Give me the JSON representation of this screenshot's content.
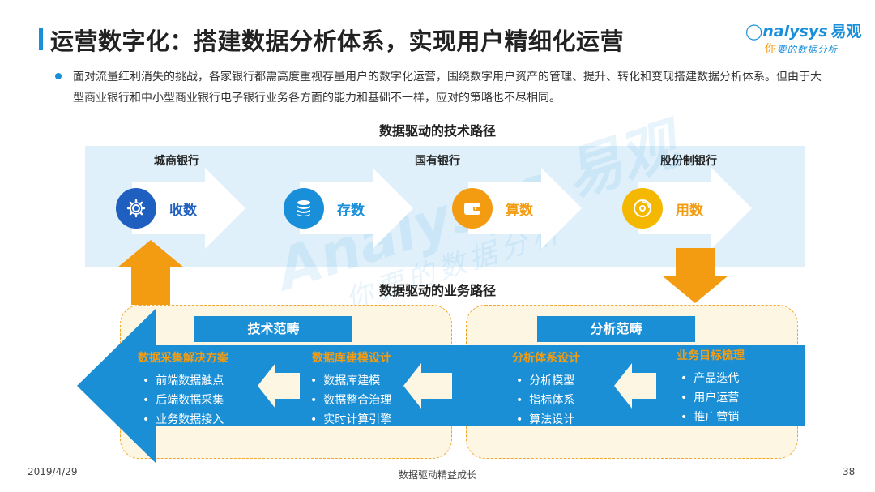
{
  "header": {
    "title": "运营数字化：搭建数据分析体系，实现用户精细化运营"
  },
  "logo": {
    "brand": "nalysys",
    "brand_cn": "易观",
    "tagline_ni": "你",
    "tagline": "要的数据分析"
  },
  "intro": {
    "text": "面对流量红利消失的挑战，各家银行都需高度重视存量用户的数字化运营，围绕数字用户资产的管理、提升、转化和变现搭建数据分析体系。但由于大型商业银行和中小型商业银行电子银行业务各方面的能力和基础不一样，应对的策略也不尽相同。"
  },
  "tech_path": {
    "heading": "数据驱动的技术路径",
    "banks": [
      "城商银行",
      "国有银行",
      "股份制银行"
    ],
    "steps": [
      {
        "label": "收数",
        "icon": "gear-icon",
        "color": "#1f5fbf"
      },
      {
        "label": "存数",
        "icon": "database-icon",
        "color": "#1a8fd9"
      },
      {
        "label": "算数",
        "icon": "wallet-icon",
        "color": "#f39c12"
      },
      {
        "label": "用数",
        "icon": "disc-icon",
        "color": "#f5b800"
      }
    ]
  },
  "biz_path": {
    "heading": "数据驱动的业务路径",
    "tech_category": "技术范畴",
    "analysis_category": "分析范畴",
    "sections": [
      {
        "title": "数据采集解决方案",
        "items": [
          "前端数据触点",
          "后端数据采集",
          "业务数据接入"
        ]
      },
      {
        "title": "数据库建模设计",
        "items": [
          "数据库建模",
          "数据整合治理",
          "实时计算引擎"
        ]
      },
      {
        "title": "分析体系设计",
        "items": [
          "分析模型",
          "指标体系",
          "算法设计"
        ]
      },
      {
        "title": "业务目标梳理",
        "items": [
          "产品迭代",
          "用户运营",
          "推广营销"
        ]
      }
    ]
  },
  "colors": {
    "accent": "#1a8fd9",
    "orange": "#f39c12",
    "band": "#dff0fb"
  },
  "footer": {
    "date": "2019/4/29",
    "center": "数据驱动精益成长",
    "page": "38"
  }
}
